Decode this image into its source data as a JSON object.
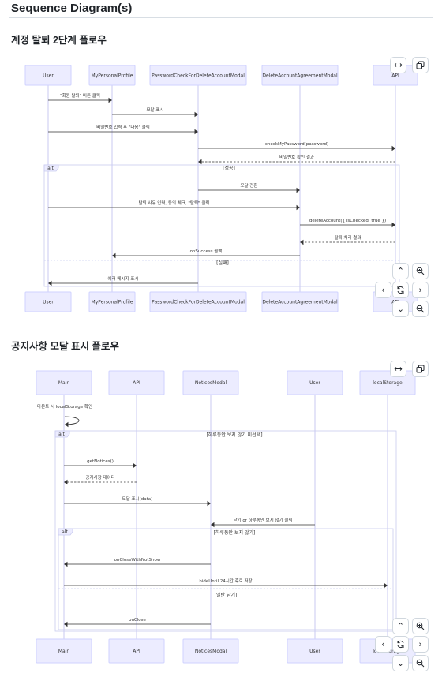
{
  "page": {
    "title": "Sequence Diagram(s)"
  },
  "diagrams": [
    {
      "heading": "계정 탈퇴 2단계 플로우",
      "participants": [
        "User",
        "MyPersonalProfile",
        "PasswordCheckForDeleteAccountModal",
        "DeleteAccountAgreementModal",
        "API"
      ],
      "messages": [
        {
          "from": 0,
          "to": 1,
          "text": "\"회원 탈퇴\" 버튼 클릭",
          "style": "solid"
        },
        {
          "from": 1,
          "to": 2,
          "text": "모달 표시",
          "style": "solid"
        },
        {
          "from": 0,
          "to": 2,
          "text": "비밀번호 입력 후 \"다음\" 클릭",
          "style": "solid"
        },
        {
          "from": 2,
          "to": 4,
          "text": "checkMyPassword(password)",
          "style": "solid"
        },
        {
          "from": 4,
          "to": 2,
          "text": "비밀번호 확인 결과",
          "style": "dashed"
        },
        {
          "from": 2,
          "to": 3,
          "text": "모달 전환",
          "style": "solid"
        },
        {
          "from": 0,
          "to": 3,
          "text": "탈퇴 사유 입력, 동의 체크, \"탈퇴\" 클릭",
          "style": "solid"
        },
        {
          "from": 3,
          "to": 4,
          "text": "deleteAccount({ isChecked: true })",
          "style": "solid"
        },
        {
          "from": 4,
          "to": 3,
          "text": "탈퇴 처리 결과",
          "style": "dashed"
        },
        {
          "from": 3,
          "to": 1,
          "text": "onSuccess 콜백",
          "style": "solid"
        },
        {
          "from": 2,
          "to": 0,
          "text": "에러 메시지 표시",
          "style": "solid"
        }
      ],
      "fragments": [
        {
          "type": "alt",
          "label": "alt",
          "conditions": [
            "[성공]",
            "[실패]"
          ]
        }
      ]
    },
    {
      "heading": "공지사항 모달 표시 플로우",
      "participants": [
        "Main",
        "API",
        "NoticesModal",
        "User",
        "localStorage"
      ],
      "messages": [
        {
          "from": 0,
          "to": 0,
          "text": "마운트 시 localStorage 확인",
          "style": "solid"
        },
        {
          "from": 0,
          "to": 1,
          "text": "getNotices()",
          "style": "solid"
        },
        {
          "from": 1,
          "to": 0,
          "text": "공지사항 데이터",
          "style": "dashed"
        },
        {
          "from": 0,
          "to": 2,
          "text": "모달 표시(data)",
          "style": "solid"
        },
        {
          "from": 3,
          "to": 2,
          "text": "닫기 or 하루동안 보지 않기 클릭",
          "style": "solid"
        },
        {
          "from": 2,
          "to": 0,
          "text": "onCloseWithNotShow",
          "style": "solid"
        },
        {
          "from": 0,
          "to": 4,
          "text": "hideUntil 24시간 후로 저장",
          "style": "solid"
        },
        {
          "from": 2,
          "to": 0,
          "text": "onClose",
          "style": "solid"
        }
      ],
      "fragments": [
        {
          "type": "alt",
          "label": "alt",
          "conditions": [
            "[하루동안 보지 않기 미선택]"
          ]
        },
        {
          "type": "alt",
          "label": "alt",
          "conditions": [
            "[하루동안 보지 않기]",
            "[일반 닫기]"
          ]
        }
      ]
    }
  ],
  "controls": {
    "icons": [
      "expand-icon",
      "copy-icon",
      "zoom-in-icon",
      "zoom-out-icon",
      "reset-icon",
      "pan-up-icon",
      "pan-down-icon",
      "pan-left-icon",
      "pan-right-icon"
    ]
  },
  "colors": {
    "actor_fill": "#ececff",
    "actor_border": "#cfd2ff",
    "lifeline": "#c9c9f2",
    "line": "#333333"
  }
}
